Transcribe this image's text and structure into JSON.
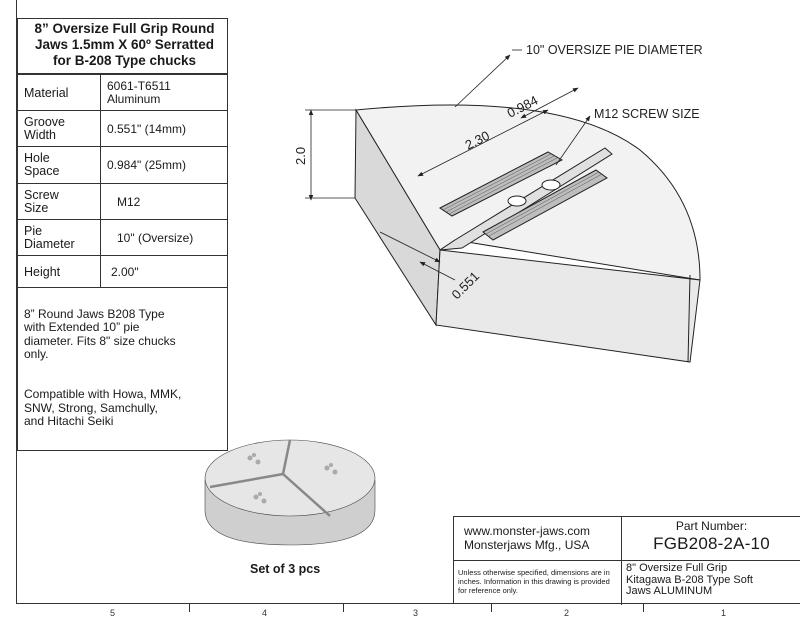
{
  "spec_table": {
    "title": "8” Oversize Full Grip Round Jaws 1.5mm X 60º Serratted for B-208 Type chucks",
    "rows": [
      {
        "label": "Material",
        "value": "6061-T6511\nAluminum"
      },
      {
        "label": "Groove\nWidth",
        "value": "0.551\" (14mm)"
      },
      {
        "label": "Hole\nSpace",
        "value": "0.984\" (25mm)"
      },
      {
        "label": "Screw\nSize",
        "value": "M12"
      },
      {
        "label": "Pie\nDiameter",
        "value": "10\" (Oversize)"
      },
      {
        "label": "Height",
        "value": "2.00\""
      }
    ],
    "description": "8” Round Jaws B208 Type\n with Extended 10” pie\ndiameter.  Fits 8\" size chucks\nonly.",
    "compatibility": "Compatible with Howa, MMK,\nSNW, Strong, Samchully,\n and Hitachi Seiki"
  },
  "drawing": {
    "callouts": {
      "pie_diameter": "10\" OVERSIZE PIE DIAMETER",
      "hole_space": "0.984",
      "screw_size": "M12 SCREW SIZE",
      "length": "2.30",
      "height": "2.0",
      "groove_width": "0.551"
    },
    "caption": "Set of 3 pcs"
  },
  "title_block": {
    "website": "www.monster-jaws.com",
    "company": "Monsterjaws Mfg., USA",
    "part_number_label": "Part Number:",
    "part_number": "FGB208-2A-10",
    "note": "Unless otherwise specified, dimensions are in inches.  Information in this drawing is provided for reference only.",
    "description": "8\" Oversize Full Grip\nKitagawa B-208 Type Soft\nJaws ALUMINUM"
  },
  "ruler": [
    "5",
    "4",
    "3",
    "2",
    "1"
  ],
  "colors": {
    "line": "#333333",
    "part_fill": "#e6e6e6",
    "part_shadow": "#cfcfcf"
  }
}
